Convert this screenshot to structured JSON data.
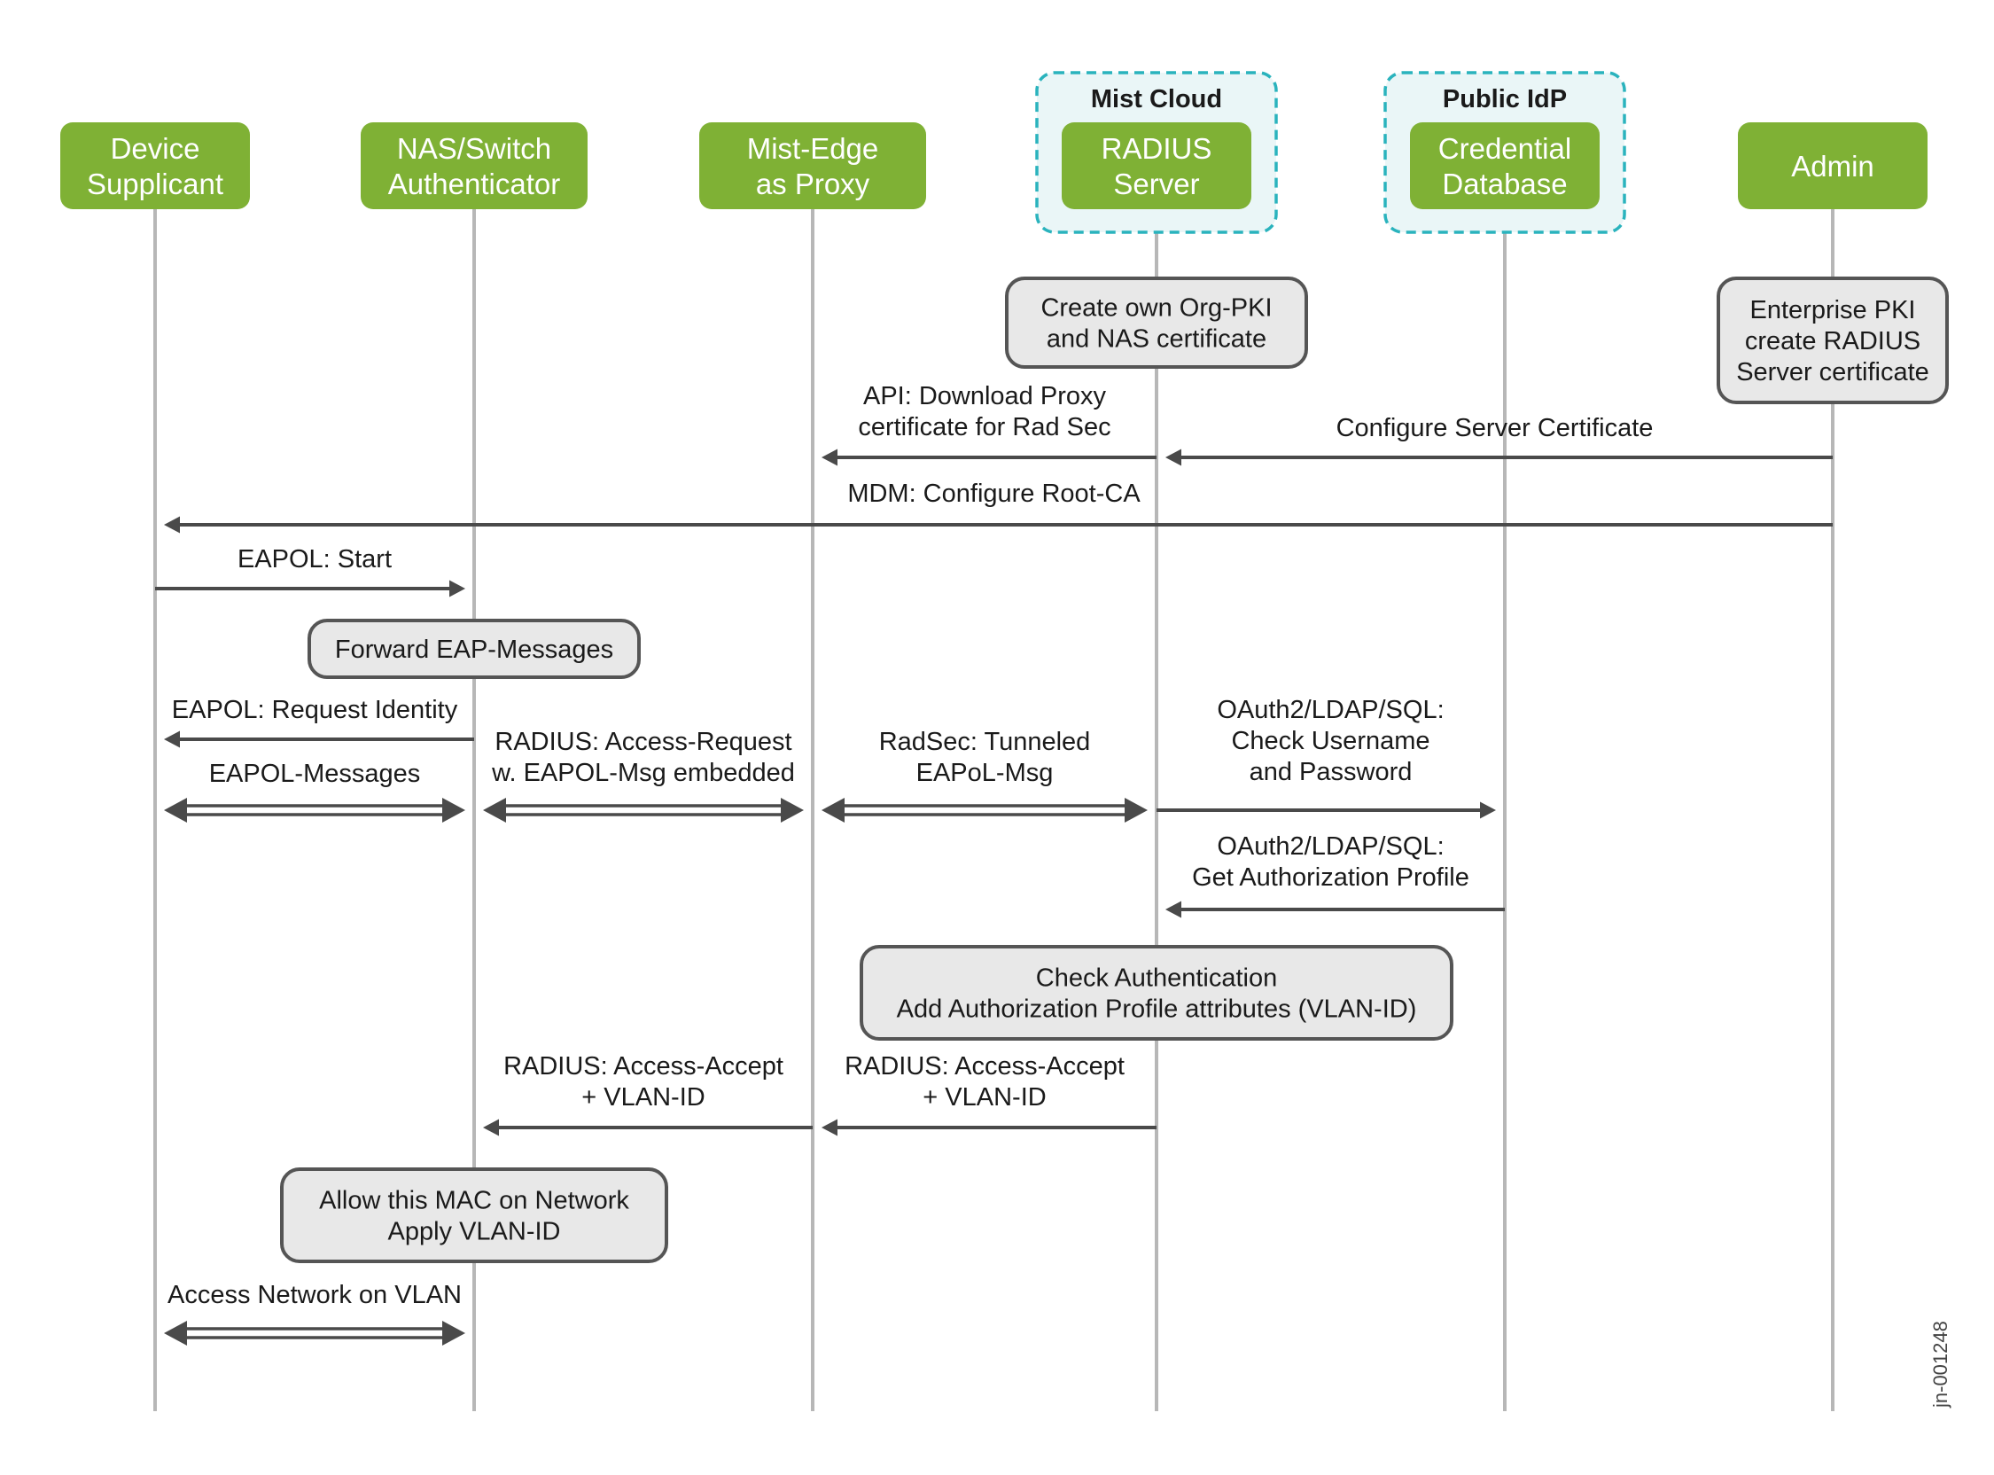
{
  "groups": [
    {
      "id": "mist",
      "label": "Mist Cloud"
    },
    {
      "id": "idp",
      "label": "Public IdP"
    }
  ],
  "actors": [
    {
      "id": "device",
      "lines": [
        "Device",
        "Supplicant"
      ]
    },
    {
      "id": "nas",
      "lines": [
        "NAS/Switch",
        "Authenticator"
      ]
    },
    {
      "id": "edge",
      "lines": [
        "Mist-Edge",
        "as Proxy"
      ]
    },
    {
      "id": "radius",
      "lines": [
        "RADIUS",
        "Server"
      ],
      "group": "mist"
    },
    {
      "id": "cred",
      "lines": [
        "Credential",
        "Database"
      ],
      "group": "idp"
    },
    {
      "id": "admin",
      "lines": [
        "Admin"
      ]
    }
  ],
  "notes": [
    {
      "id": "org-pki",
      "lines": [
        "Create own Org-PKI",
        "and NAS certificate"
      ]
    },
    {
      "id": "enterprise-pki",
      "lines": [
        "Enterprise PKI",
        "create RADIUS",
        "Server certificate"
      ]
    },
    {
      "id": "forward-eap",
      "lines": [
        "Forward EAP-Messages"
      ]
    },
    {
      "id": "check-auth",
      "lines": [
        "Check Authentication",
        "Add Authorization Profile attributes (VLAN-ID)"
      ]
    },
    {
      "id": "allow-mac",
      "lines": [
        "Allow this MAC on Network",
        "Apply VLAN-ID"
      ]
    }
  ],
  "messages": [
    {
      "id": "api-download",
      "from": "radius",
      "to": "edge",
      "kind": "single",
      "lines": [
        "API: Download Proxy",
        "certificate for Rad Sec"
      ]
    },
    {
      "id": "config-server-cert",
      "from": "admin",
      "to": "radius",
      "kind": "single",
      "lines": [
        "Configure Server Certificate"
      ]
    },
    {
      "id": "mdm-root-ca",
      "from": "admin",
      "to": "device",
      "kind": "single",
      "lines": [
        "MDM: Configure Root-CA"
      ]
    },
    {
      "id": "eapol-start",
      "from": "device",
      "to": "nas",
      "kind": "single",
      "lines": [
        "EAPOL: Start"
      ]
    },
    {
      "id": "eapol-request-identity",
      "from": "nas",
      "to": "device",
      "kind": "single",
      "lines": [
        "EAPOL: Request Identity"
      ]
    },
    {
      "id": "eapol-messages",
      "from": "device",
      "to": "nas",
      "kind": "double",
      "lines": [
        "EAPOL-Messages"
      ]
    },
    {
      "id": "radius-access-request",
      "from": "nas",
      "to": "edge",
      "kind": "double",
      "lines": [
        "RADIUS: Access-Request",
        "w. EAPOL-Msg embedded"
      ]
    },
    {
      "id": "radsec-tunneled",
      "from": "edge",
      "to": "radius",
      "kind": "double",
      "lines": [
        "RadSec: Tunneled",
        "EAPoL-Msg"
      ]
    },
    {
      "id": "check-username",
      "from": "radius",
      "to": "cred",
      "kind": "single",
      "lines": [
        "OAuth2/LDAP/SQL:",
        "Check Username",
        "and Password"
      ]
    },
    {
      "id": "get-authz-profile",
      "from": "cred",
      "to": "radius",
      "kind": "single",
      "lines": [
        "OAuth2/LDAP/SQL:",
        "Get Authorization Profile"
      ]
    },
    {
      "id": "accept-to-edge",
      "from": "radius",
      "to": "edge",
      "kind": "single",
      "lines": [
        "RADIUS: Access-Accept",
        "+ VLAN-ID"
      ]
    },
    {
      "id": "accept-to-nas",
      "from": "edge",
      "to": "nas",
      "kind": "single",
      "lines": [
        "RADIUS: Access-Accept",
        "+ VLAN-ID"
      ]
    },
    {
      "id": "access-network",
      "from": "device",
      "to": "nas",
      "kind": "double",
      "lines": [
        "Access Network on VLAN"
      ]
    }
  ],
  "figure_id": "jn-001248",
  "colors": {
    "actor_fill": "#7fb135",
    "group_border": "#2ab3bd",
    "group_fill": "#eaf6f7",
    "note_fill": "#e8e8e8",
    "note_border": "#555555",
    "arrow": "#4a4a4a",
    "lifeline": "#b7b7b7"
  }
}
